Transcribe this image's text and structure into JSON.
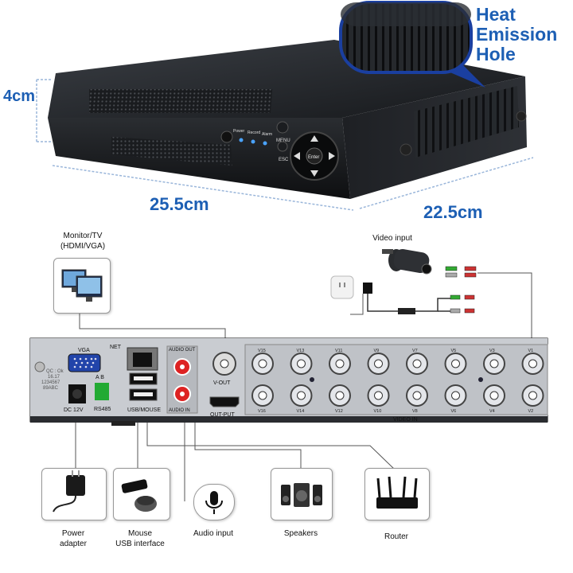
{
  "dimensions": {
    "height": "4cm",
    "width": "25.5cm",
    "depth": "22.5cm"
  },
  "callout": {
    "line1": "Heat",
    "line2": "Emission",
    "line3": "Hole"
  },
  "front_panel": {
    "power": "Power",
    "record": "Record",
    "alarm": "Alarm",
    "menu": "MENU",
    "esc": "ESC",
    "enter": "Enter"
  },
  "monitor": {
    "label_line1": "Monitor/TV",
    "label_line2": "(HDMI/VGA)"
  },
  "video_input_label": "Video input",
  "rear_panel": {
    "vga": "VGA",
    "net": "NET",
    "audio_out": "AUDIO OUT",
    "audio_in": "AUDIO IN",
    "v_out": "V-OUT",
    "out_put": "OUT-PUT",
    "dc12v": "DC 12V",
    "rs485": "RS485",
    "rs485_ab": "A  B",
    "usb_mouse": "USB/MOUSE",
    "video_in": "VIDEO IN",
    "qc_line1": "QC : Ok",
    "qc_line2": "16.17",
    "qc_line3": "1234567",
    "qc_line4": "89ABC",
    "top_row": [
      "V15",
      "V13",
      "V11",
      "V9",
      "V7",
      "V5",
      "V3",
      "V1"
    ],
    "bottom_row": [
      "V16",
      "V14",
      "V12",
      "V10",
      "V8",
      "V6",
      "V4",
      "V2"
    ]
  },
  "peripherals": {
    "power_line1": "Power",
    "power_line2": "adapter",
    "mouse_line1": "Mouse",
    "mouse_line2": "USB interface",
    "audio": "Audio input",
    "speakers": "Speakers",
    "router": "Router"
  }
}
